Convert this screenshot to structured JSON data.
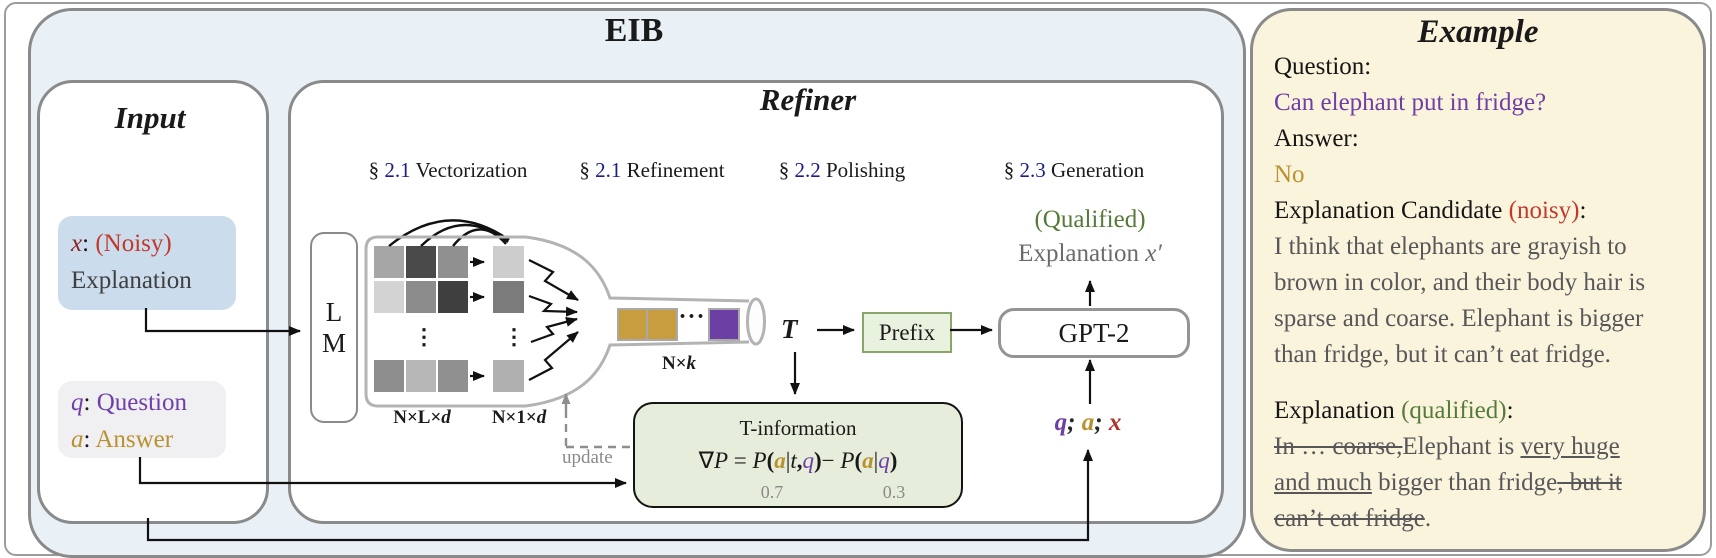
{
  "diagram": {
    "eib_title": "EIB",
    "input": {
      "title": "Input",
      "x_box_line1": [
        {
          "t": "x",
          "c": "mar"
        },
        {
          "t": ": ",
          "c": "c2"
        },
        {
          "t": "(Noisy)",
          "c": "r"
        }
      ],
      "x_box_line2": [
        {
          "t": "Explanation",
          "c": "dk"
        }
      ],
      "q_box_line1": [
        {
          "t": "q",
          "c": "qv"
        },
        {
          "t": ": ",
          "c": "c2"
        },
        {
          "t": "Question",
          "c": "p"
        }
      ],
      "q_box_line2": [
        {
          "t": "a",
          "c": "gv"
        },
        {
          "t": ": ",
          "c": "c2"
        },
        {
          "t": "Answer",
          "c": "g"
        }
      ]
    },
    "refiner": {
      "title": "Refiner",
      "sections": [
        {
          "mark": "§ ",
          "num": "2.1 ",
          "name": "Vectorization"
        },
        {
          "mark": "§ ",
          "num": "2.1 ",
          "name": "Refinement"
        },
        {
          "mark": "§ ",
          "num": "2.2 ",
          "name": "Polishing"
        },
        {
          "mark": "§ ",
          "num": "2.3 ",
          "name": "Generation"
        }
      ],
      "lm_lines": [
        "L",
        "M"
      ],
      "matrix": {
        "rows": [
          [
            "#a6a6a6",
            "#4a4a4a",
            "#909090"
          ],
          [
            "#d3d3d3",
            "#8c8c8c",
            "#3f3f3f"
          ],
          [
            "#8d8d8d",
            "#b7b7b7",
            "#909090"
          ]
        ],
        "column": [
          "#cdcdcd",
          "#7b7b7b",
          "#b0b0b0"
        ],
        "label_left": [
          {
            "t": "N×L×",
            "c": "nb"
          },
          {
            "t": "d",
            "c": "nbi"
          }
        ],
        "label_right": [
          {
            "t": "N×1×",
            "c": "nb"
          },
          {
            "t": "d",
            "c": "nbi"
          }
        ],
        "dots_vertical": "⋮"
      },
      "bottleneck": {
        "cells": [
          "#c79d40",
          "#c79d40",
          "#6b3fa3"
        ],
        "dots": "···",
        "label": [
          {
            "t": "N×",
            "c": "nb"
          },
          {
            "t": "k",
            "c": "nbi"
          }
        ]
      },
      "t_label": "T",
      "prefix_label": "Prefix",
      "gpt2_label": "GPT-2",
      "output_qualified": "(Qualified)",
      "output_explanation": [
        {
          "t": "Explanation ",
          "c": "y2"
        },
        {
          "t": "x′",
          "c": "y2i"
        }
      ],
      "qax": [
        {
          "t": "q",
          "c": "qvb"
        },
        {
          "t": "; ",
          "c": "sepb"
        },
        {
          "t": "a",
          "c": "av"
        },
        {
          "t": "; ",
          "c": "sepb"
        },
        {
          "t": "x",
          "c": "xvb"
        }
      ],
      "tinfo": {
        "title": "T-information",
        "formula": [
          {
            "t": "∇",
            "c": "c2"
          },
          {
            "t": "P",
            "c": "iv"
          },
          {
            "t": " = ",
            "c": "c2"
          },
          {
            "t": "P",
            "c": "iv"
          },
          {
            "t": "(",
            "c": "bp"
          },
          {
            "t": "a",
            "c": "av"
          },
          {
            "t": "|",
            "c": "c2"
          },
          {
            "t": "t",
            "c": "iv"
          },
          {
            "t": ",",
            "c": "bp"
          },
          {
            "t": "q",
            "c": "qv"
          },
          {
            "t": ")",
            "c": "bp"
          },
          {
            "t": "− ",
            "c": "c2"
          },
          {
            "t": "P",
            "c": "iv"
          },
          {
            "t": "(",
            "c": "bp"
          },
          {
            "t": "a",
            "c": "av"
          },
          {
            "t": "|",
            "c": "c2"
          },
          {
            "t": "q",
            "c": "qv"
          },
          {
            "t": ")",
            "c": "bp"
          }
        ],
        "prob_left": "0.7",
        "prob_right": "0.3",
        "update_label": "update"
      }
    }
  },
  "example": {
    "title": "Example",
    "lines": [
      [
        {
          "t": "Question:",
          "c": "b"
        }
      ],
      [
        {
          "t": "Can elephant put in fridge?",
          "c": "p"
        }
      ],
      [
        {
          "t": "Answer:",
          "c": "b"
        }
      ],
      [
        {
          "t": "No",
          "c": "g"
        }
      ],
      [
        {
          "t": "Explanation Candidate ",
          "c": "b"
        },
        {
          "t": "(noisy)",
          "c": "r"
        },
        {
          "t": ":",
          "c": "b"
        }
      ],
      [
        {
          "t": "I think that elephants are grayish to",
          "c": "y"
        }
      ],
      [
        {
          "t": "brown in color, and their body hair is",
          "c": "y"
        }
      ],
      [
        {
          "t": "sparse and coarse. Elephant is bigger",
          "c": "y"
        }
      ],
      [
        {
          "t": "than fridge, but it can’t eat fridge.",
          "c": "y"
        }
      ],
      [],
      [
        {
          "t": "Explanation ",
          "c": "b"
        },
        {
          "t": "(qualified)",
          "c": "gr"
        },
        {
          "t": ":",
          "c": "b"
        }
      ],
      [
        {
          "t": "In … coarse,",
          "c": "s"
        },
        {
          "t": "Elephant is ",
          "c": "y"
        },
        {
          "t": "very huge",
          "c": "u"
        }
      ],
      [
        {
          "t": "and much",
          "c": "u"
        },
        {
          "t": " bigger than fridge",
          "c": "y"
        },
        {
          "t": ", but it",
          "c": "s"
        }
      ],
      [
        {
          "t": "can’t eat fridge",
          "c": "s"
        },
        {
          "t": ".",
          "c": "y"
        }
      ]
    ]
  },
  "colors": {
    "purple": "#6e3fa5",
    "gold": "#b9922f",
    "red": "#c2382a",
    "maroon_x": "#8b2321",
    "green": "#567a38",
    "navy_section": "#1b1c90",
    "body_gray": "#57575a",
    "eib_bg": "#e9f1f7",
    "example_bg": "#fbf4dd",
    "tinfo_bg": "#e6edda",
    "prefix_bg": "#e9f2df",
    "x_box_bg": "#cbdcec",
    "q_box_bg": "#f0eff2",
    "gold_cell": "#c79d40",
    "purple_cell": "#6b3fa3"
  }
}
